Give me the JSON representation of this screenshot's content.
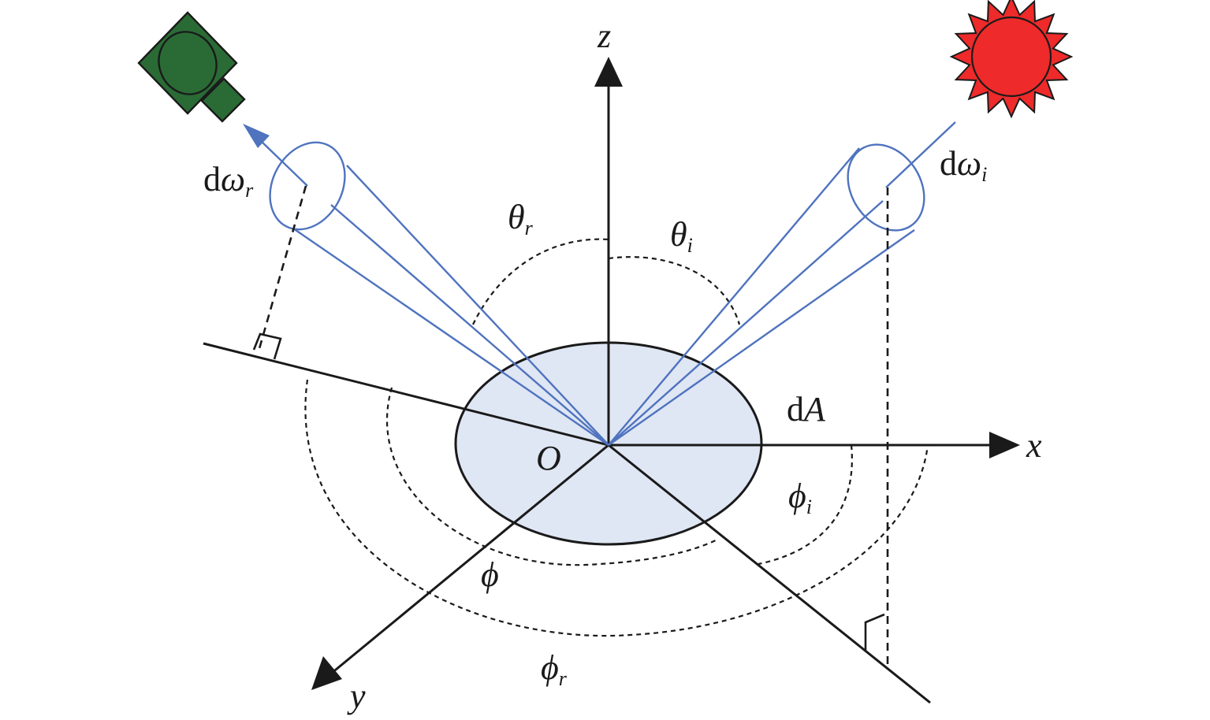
{
  "labels": {
    "z": "z",
    "x": "x",
    "y": "y",
    "origin": "O",
    "area_d": "d",
    "area_A": "A",
    "d_omega_r_d": "d",
    "d_omega_r_sym": "ω",
    "d_omega_r_sub": "r",
    "d_omega_i_d": "d",
    "d_omega_i_sym": "ω",
    "d_omega_i_sub": "i",
    "theta_r_sym": "θ",
    "theta_r_sub": "r",
    "theta_i_sym": "θ",
    "theta_i_sub": "i",
    "phi": "ϕ",
    "phi_i_sym": "ϕ",
    "phi_i_sub": "i",
    "phi_r_sym": "ϕ",
    "phi_r_sub": "r"
  },
  "icons": {
    "detector": "camera-sensor-icon",
    "source": "sun-icon"
  },
  "colors": {
    "surface_fill": "#dfe6f4",
    "beam": "#4f73be",
    "sensor": "#2a6b35",
    "sun": "#ee2a2a"
  }
}
